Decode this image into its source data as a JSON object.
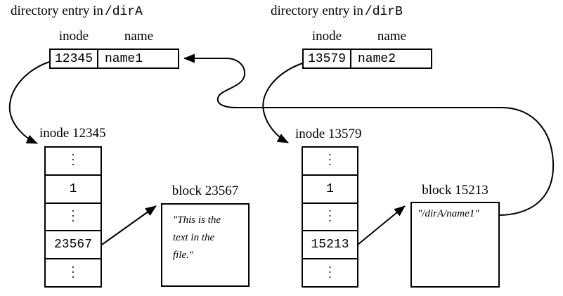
{
  "diagram": {
    "colors": {
      "ink": "#000000",
      "background": "#ffffff"
    },
    "dirA": {
      "title_prefix": "directory entry in",
      "title_path": "/dirA",
      "col_inode": "inode",
      "col_name": "name",
      "inode_value": "12345",
      "name_value": "name1"
    },
    "dirB": {
      "title_prefix": "directory entry in",
      "title_path": "/dirB",
      "col_inode": "inode",
      "col_name": "name",
      "inode_value": "13579",
      "name_value": "name2"
    },
    "inodeLeft": {
      "label": "inode 12345",
      "dots": "·\n·\n·",
      "link_count": "1",
      "block_ref": "23567"
    },
    "inodeRight": {
      "label": "inode 13579",
      "dots": "·\n·\n·",
      "link_count": "1",
      "block_ref": "15213"
    },
    "blockLeft": {
      "label": "block 23567",
      "line1": "\"This is the",
      "line2": "text in the",
      "line3": "file.\""
    },
    "blockRight": {
      "label": "block 15213",
      "text": "\"/dirA/name1\""
    }
  }
}
